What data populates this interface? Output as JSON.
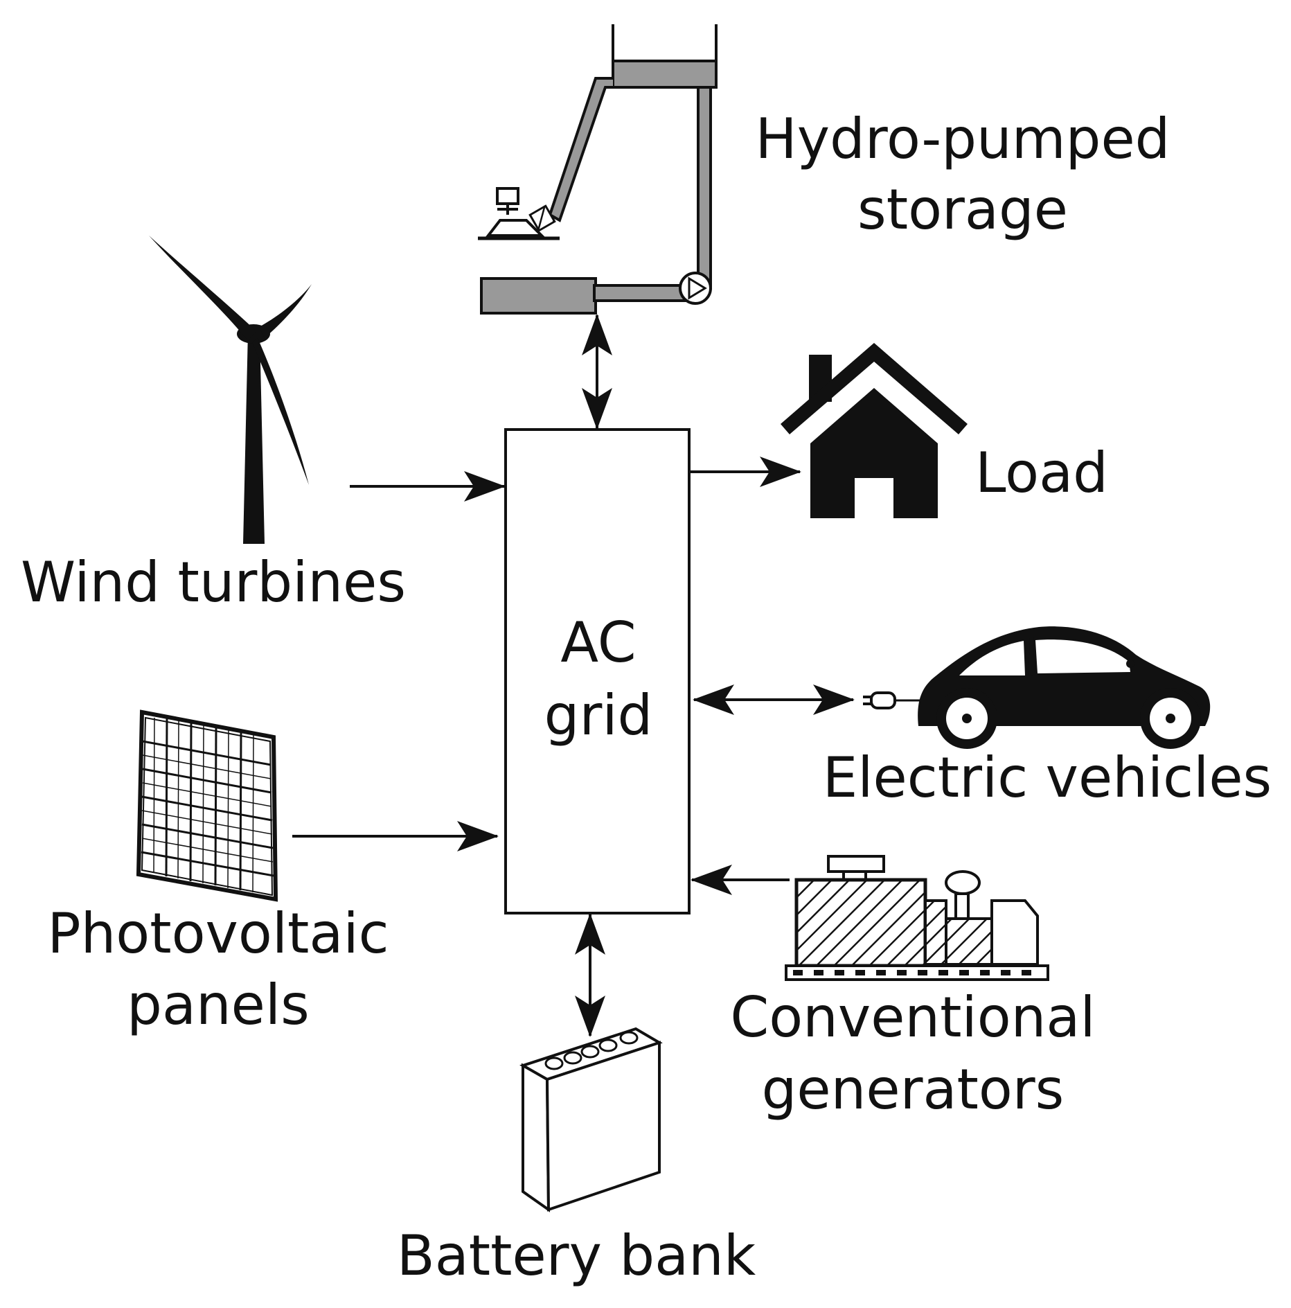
{
  "center": {
    "line1": "AC",
    "line2": "grid"
  },
  "components": {
    "hydro": {
      "line1": "Hydro-pumped",
      "line2": "storage",
      "icon": "hydro-pumped-storage-icon"
    },
    "wind": {
      "label": "Wind turbines",
      "icon": "wind-turbine-icon"
    },
    "pv": {
      "line1": "Photovoltaic",
      "line2": "panels",
      "icon": "solar-panel-icon"
    },
    "load": {
      "label": "Load",
      "icon": "house-icon"
    },
    "ev": {
      "label": "Electric vehicles",
      "icon": "electric-car-icon"
    },
    "gen": {
      "line1": "Conventional",
      "line2": "generators",
      "icon": "generator-icon"
    },
    "battery": {
      "label": "Battery bank",
      "icon": "battery-icon"
    }
  },
  "flows": [
    {
      "from": "Wind turbines",
      "to": "AC grid",
      "direction": "one-way"
    },
    {
      "from": "Photovoltaic panels",
      "to": "AC grid",
      "direction": "one-way"
    },
    {
      "from": "AC grid",
      "to": "Load",
      "direction": "one-way"
    },
    {
      "from": "Conventional generators",
      "to": "AC grid",
      "direction": "one-way"
    },
    {
      "from": "AC grid",
      "to": "Hydro-pumped storage",
      "direction": "two-way"
    },
    {
      "from": "AC grid",
      "to": "Electric vehicles",
      "direction": "two-way"
    },
    {
      "from": "AC grid",
      "to": "Battery bank",
      "direction": "two-way"
    }
  ]
}
